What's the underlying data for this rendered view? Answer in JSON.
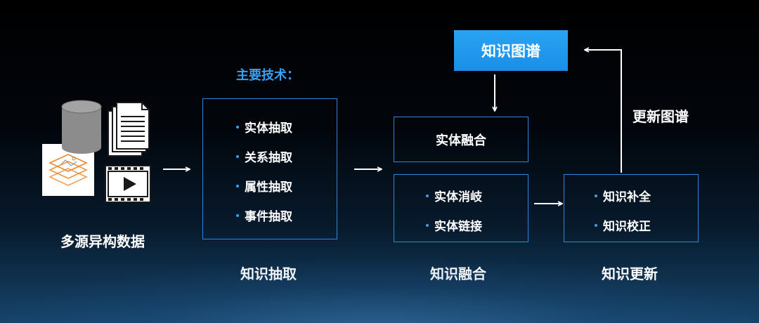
{
  "sources": {
    "label": "多源异构数据"
  },
  "extraction": {
    "tech_title": "主要技术：",
    "items": [
      "实体抽取",
      "关系抽取",
      "属性抽取",
      "事件抽取"
    ],
    "stage_label": "知识抽取"
  },
  "fusion": {
    "knowledge_graph": "知识图谱",
    "top_box": "实体融合",
    "items": [
      "实体消岐",
      "实体链接"
    ],
    "stage_label": "知识融合"
  },
  "update": {
    "items": [
      "知识补全",
      "知识校正"
    ],
    "stage_label": "知识更新",
    "feedback_label": "更新图谱"
  },
  "colors": {
    "accent": "#2e86de",
    "title_blue": "#3aa0f0",
    "kg_fill": "#1f9bef"
  }
}
